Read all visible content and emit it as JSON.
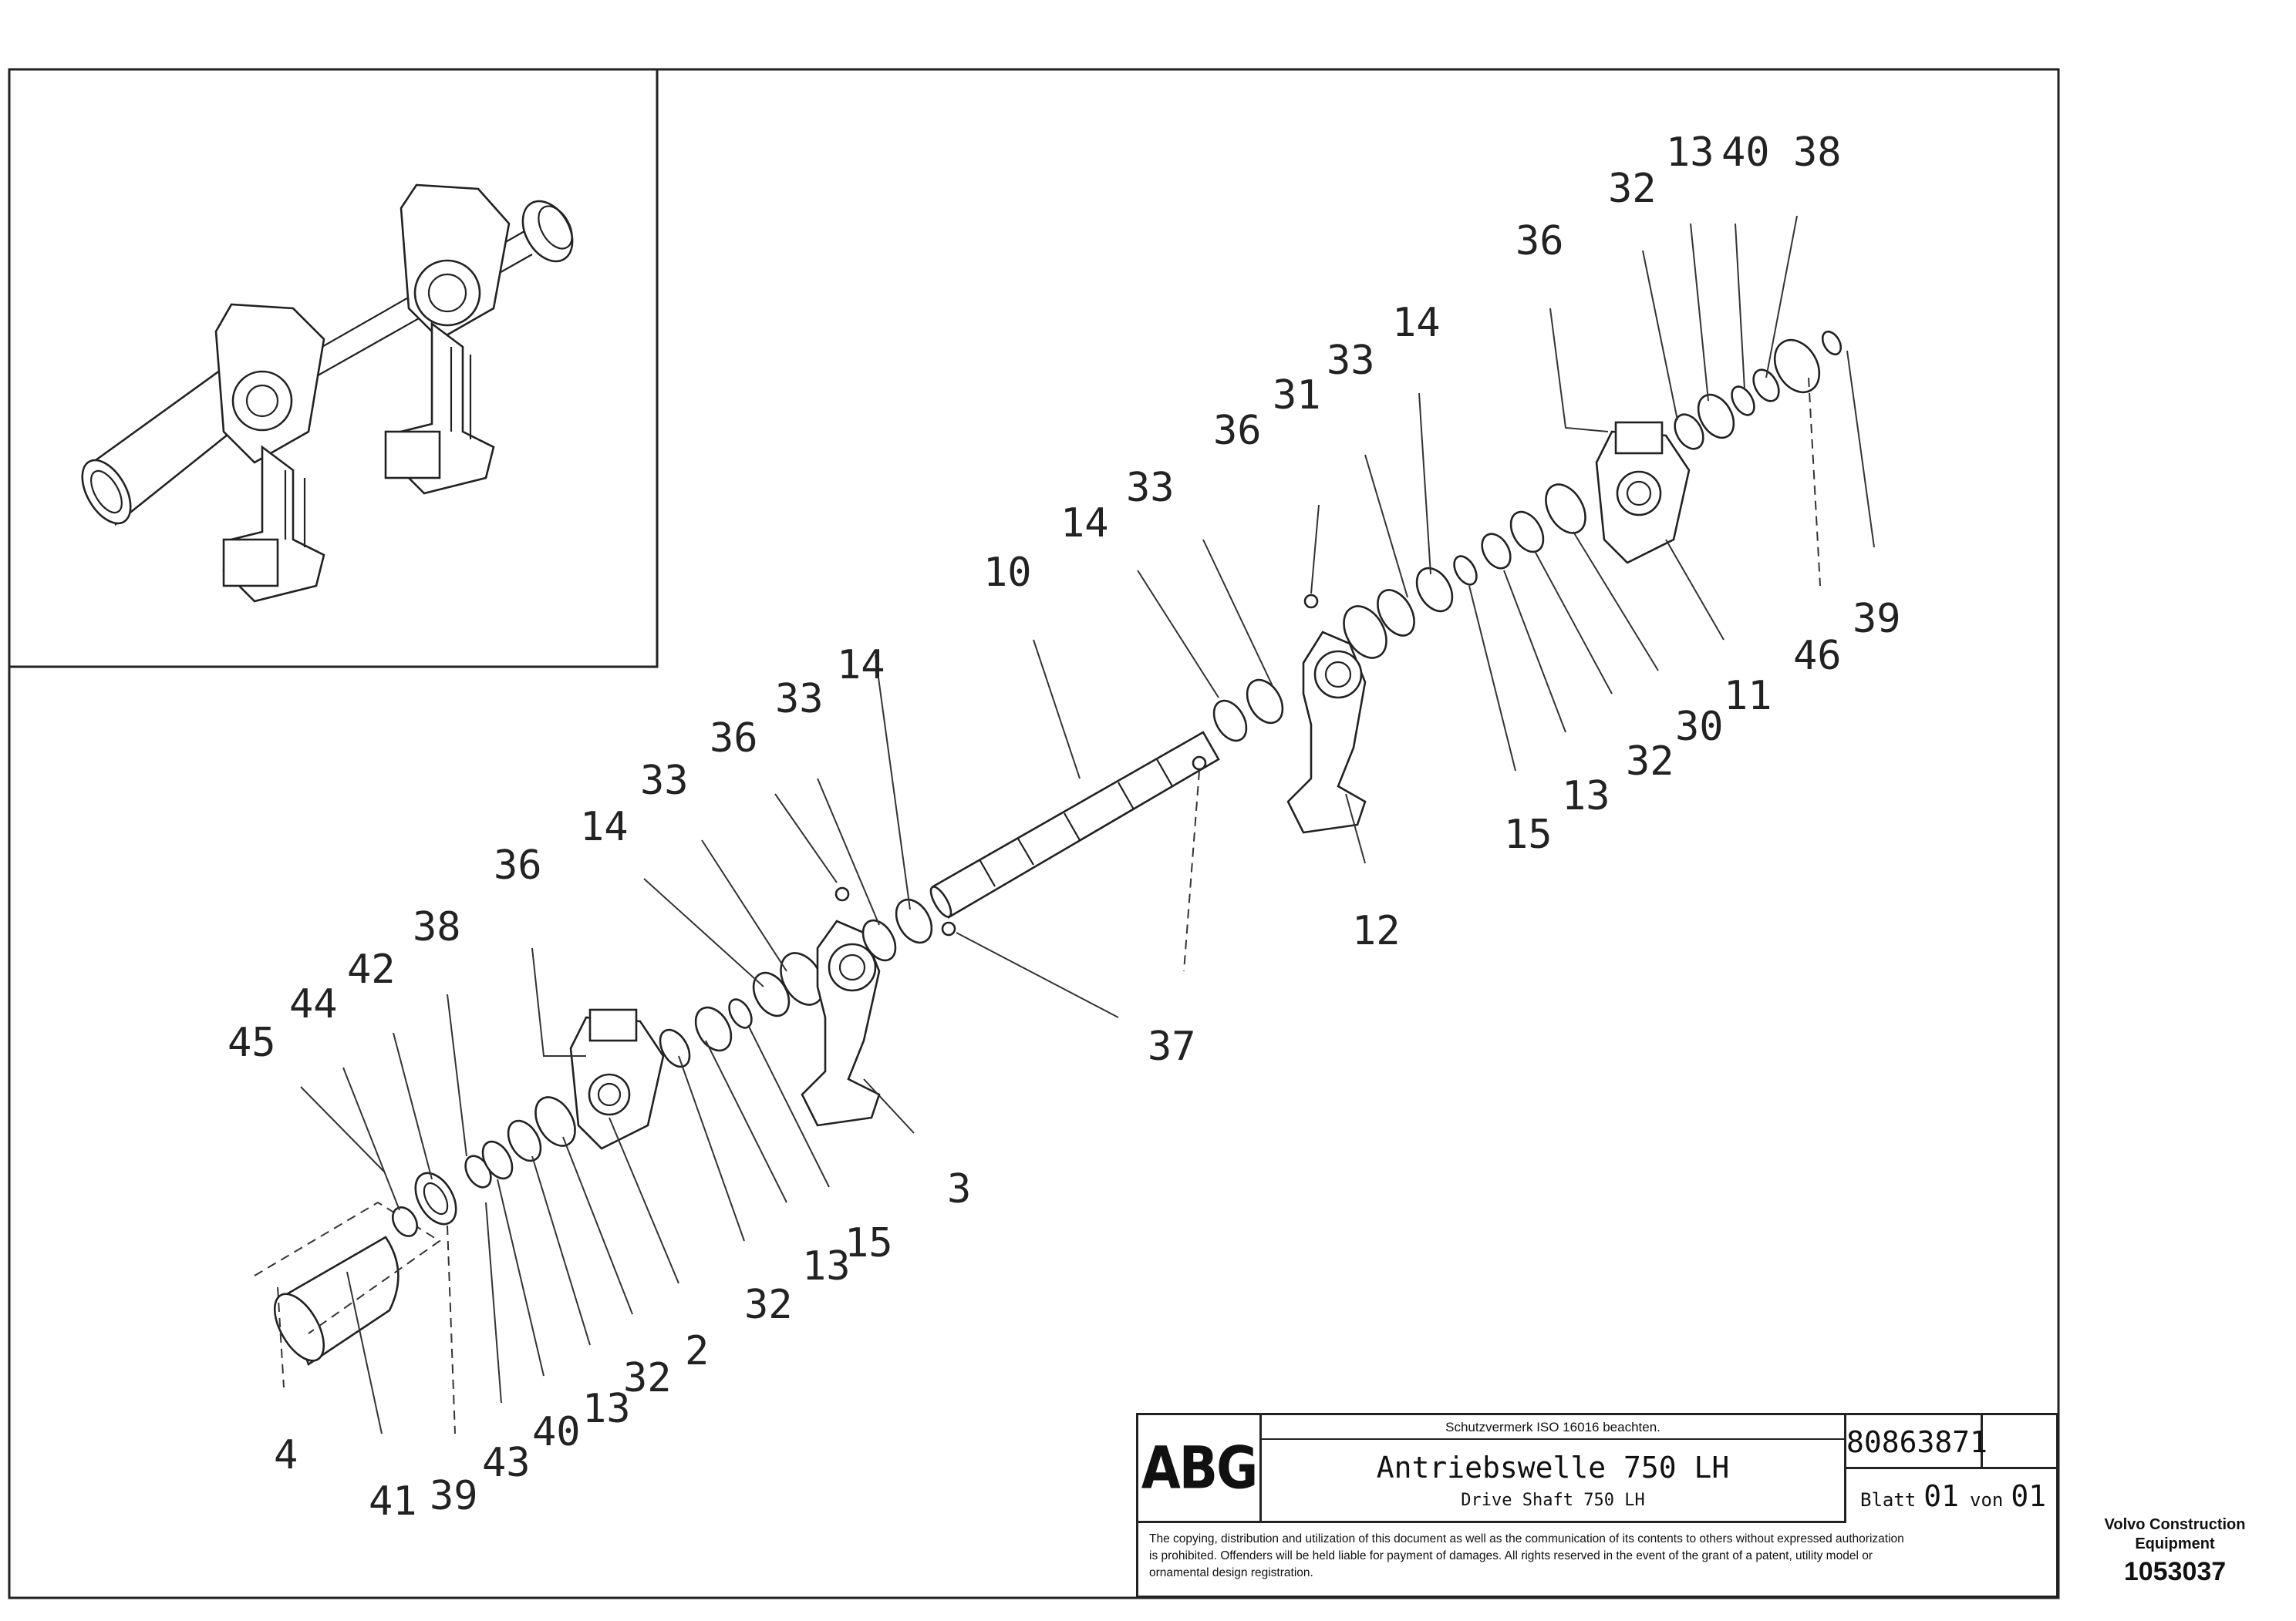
{
  "callouts": [
    {
      "id": "c-13-top",
      "text": "13"
    },
    {
      "id": "c-40-top",
      "text": "40"
    },
    {
      "id": "c-38-top",
      "text": "38"
    },
    {
      "id": "c-32-top",
      "text": "32"
    },
    {
      "id": "c-36-top",
      "text": "36"
    },
    {
      "id": "c-14-a",
      "text": "14"
    },
    {
      "id": "c-33-a",
      "text": "33"
    },
    {
      "id": "c-31",
      "text": "31"
    },
    {
      "id": "c-36-b",
      "text": "36"
    },
    {
      "id": "c-33-b",
      "text": "33"
    },
    {
      "id": "c-14-b",
      "text": "14"
    },
    {
      "id": "c-10",
      "text": "10"
    },
    {
      "id": "c-39-right",
      "text": "39"
    },
    {
      "id": "c-46",
      "text": "46"
    },
    {
      "id": "c-11",
      "text": "11"
    },
    {
      "id": "c-30",
      "text": "30"
    },
    {
      "id": "c-32-right",
      "text": "32"
    },
    {
      "id": "c-13-right",
      "text": "13"
    },
    {
      "id": "c-15-right",
      "text": "15"
    },
    {
      "id": "c-12",
      "text": "12"
    },
    {
      "id": "c-37",
      "text": "37"
    },
    {
      "id": "c-14-c",
      "text": "14"
    },
    {
      "id": "c-33-c",
      "text": "33"
    },
    {
      "id": "c-36-c",
      "text": "36"
    },
    {
      "id": "c-33-d",
      "text": "33"
    },
    {
      "id": "c-14-d",
      "text": "14"
    },
    {
      "id": "c-36-d",
      "text": "36"
    },
    {
      "id": "c-38-left",
      "text": "38"
    },
    {
      "id": "c-42",
      "text": "42"
    },
    {
      "id": "c-44",
      "text": "44"
    },
    {
      "id": "c-45",
      "text": "45"
    },
    {
      "id": "c-3",
      "text": "3"
    },
    {
      "id": "c-15-left",
      "text": "15"
    },
    {
      "id": "c-13-left",
      "text": "13"
    },
    {
      "id": "c-32-left",
      "text": "32"
    },
    {
      "id": "c-2",
      "text": "2"
    },
    {
      "id": "c-32-bottom",
      "text": "32"
    },
    {
      "id": "c-13-bottom",
      "text": "13"
    },
    {
      "id": "c-40-bottom",
      "text": "40"
    },
    {
      "id": "c-43",
      "text": "43"
    },
    {
      "id": "c-39-bottom",
      "text": "39"
    },
    {
      "id": "c-41",
      "text": "41"
    },
    {
      "id": "c-4",
      "text": "4"
    }
  ],
  "title_block": {
    "logo": "ABG",
    "trademark_note": "Schutzvermerk ISO 16016 beachten.",
    "title_de": "Antriebswelle 750 LH",
    "title_en": "Drive Shaft 750 LH",
    "drawing_number": "80863871",
    "sheet_label": "Blatt",
    "sheet_number": "01",
    "of_label": "von",
    "sheet_total": "01",
    "copyright_line1": "The copying, distribution and utilization of this document as well as the communication of its contents to others without expressed authorization",
    "copyright_line2": "is prohibited. Offenders will be held liable for payment of damages. All rights reserved in the event of the grant of a patent, utility model or",
    "copyright_line3": "ornamental design registration."
  },
  "corner": {
    "brand_line1": "Volvo Construction",
    "brand_line2": "Equipment",
    "id": "1053037"
  }
}
